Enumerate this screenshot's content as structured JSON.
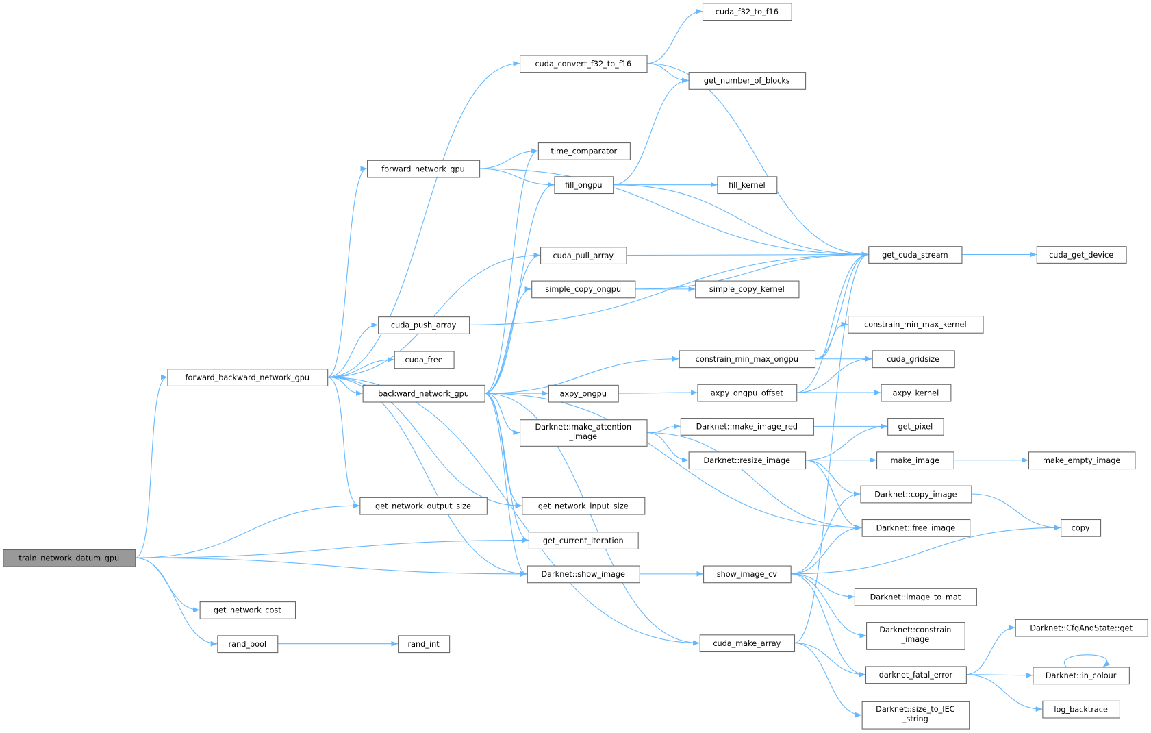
{
  "diagram": {
    "type": "call-graph",
    "root": "train_network_datum_gpu",
    "colors": {
      "edge": "#63b8ff",
      "root_fill": "#999999",
      "node_border": "#666666"
    },
    "nodes": [
      {
        "id": "train",
        "label": [
          "train_network_datum_gpu"
        ]
      },
      {
        "id": "fb",
        "label": [
          "forward_backward_network_gpu"
        ]
      },
      {
        "id": "cost",
        "label": [
          "get_network_cost"
        ]
      },
      {
        "id": "rand_bool",
        "label": [
          "rand_bool"
        ]
      },
      {
        "id": "rand_int",
        "label": [
          "rand_int"
        ]
      },
      {
        "id": "out_size",
        "label": [
          "get_network_output_size"
        ]
      },
      {
        "id": "fwd",
        "label": [
          "forward_network_gpu"
        ]
      },
      {
        "id": "push",
        "label": [
          "cuda_push_array"
        ]
      },
      {
        "id": "free",
        "label": [
          "cuda_free"
        ]
      },
      {
        "id": "bwd",
        "label": [
          "backward_network_gpu"
        ]
      },
      {
        "id": "conv",
        "label": [
          "cuda_convert_f32_to_f16"
        ]
      },
      {
        "id": "timecmp",
        "label": [
          "time_comparator"
        ]
      },
      {
        "id": "fill",
        "label": [
          "fill_ongpu"
        ]
      },
      {
        "id": "pull",
        "label": [
          "cuda_pull_array"
        ]
      },
      {
        "id": "scopy",
        "label": [
          "simple_copy_ongpu"
        ]
      },
      {
        "id": "axpy",
        "label": [
          "axpy_ongpu"
        ]
      },
      {
        "id": "attn",
        "label": [
          "Darknet::make_attention",
          "_image"
        ]
      },
      {
        "id": "in_size",
        "label": [
          "get_network_input_size"
        ]
      },
      {
        "id": "iter",
        "label": [
          "get_current_iteration"
        ]
      },
      {
        "id": "show",
        "label": [
          "Darknet::show_image"
        ]
      },
      {
        "id": "f32f16",
        "label": [
          "cuda_f32_to_f16"
        ]
      },
      {
        "id": "nblocks",
        "label": [
          "get_number_of_blocks"
        ]
      },
      {
        "id": "fillk",
        "label": [
          "fill_kernel"
        ]
      },
      {
        "id": "scopyk",
        "label": [
          "simple_copy_kernel"
        ]
      },
      {
        "id": "cmm",
        "label": [
          "constrain_min_max_ongpu"
        ]
      },
      {
        "id": "axpyoff",
        "label": [
          "axpy_ongpu_offset"
        ]
      },
      {
        "id": "red",
        "label": [
          "Darknet::make_image_red"
        ]
      },
      {
        "id": "resize",
        "label": [
          "Darknet::resize_image"
        ]
      },
      {
        "id": "showcv",
        "label": [
          "show_image_cv"
        ]
      },
      {
        "id": "mkarr",
        "label": [
          "cuda_make_array"
        ]
      },
      {
        "id": "stream",
        "label": [
          "get_cuda_stream"
        ]
      },
      {
        "id": "cmmk",
        "label": [
          "constrain_min_max_kernel"
        ]
      },
      {
        "id": "grid",
        "label": [
          "cuda_gridsize"
        ]
      },
      {
        "id": "axpyk",
        "label": [
          "axpy_kernel"
        ]
      },
      {
        "id": "pixel",
        "label": [
          "get_pixel"
        ]
      },
      {
        "id": "mkimg",
        "label": [
          "make_image"
        ]
      },
      {
        "id": "cpimg",
        "label": [
          "Darknet::copy_image"
        ]
      },
      {
        "id": "frimg",
        "label": [
          "Darknet::free_image"
        ]
      },
      {
        "id": "tomat",
        "label": [
          "Darknet::image_to_mat"
        ]
      },
      {
        "id": "cimg",
        "label": [
          "Darknet::constrain",
          "_image"
        ]
      },
      {
        "id": "fatal",
        "label": [
          "darknet_fatal_error"
        ]
      },
      {
        "id": "iec",
        "label": [
          "Darknet::size_to_IEC",
          "_string"
        ]
      },
      {
        "id": "dev",
        "label": [
          "cuda_get_device"
        ]
      },
      {
        "id": "empty",
        "label": [
          "make_empty_image"
        ]
      },
      {
        "id": "copy",
        "label": [
          "copy"
        ]
      },
      {
        "id": "cfg",
        "label": [
          "Darknet::CfgAndState::get"
        ]
      },
      {
        "id": "colour",
        "label": [
          "Darknet::in_colour"
        ]
      },
      {
        "id": "bt",
        "label": [
          "log_backtrace"
        ]
      }
    ],
    "edges": [
      [
        "train",
        "fb"
      ],
      [
        "train",
        "out_size"
      ],
      [
        "train",
        "iter"
      ],
      [
        "train",
        "show"
      ],
      [
        "train",
        "cost"
      ],
      [
        "train",
        "rand_bool"
      ],
      [
        "rand_bool",
        "rand_int"
      ],
      [
        "fb",
        "conv"
      ],
      [
        "fb",
        "fwd"
      ],
      [
        "fb",
        "pull"
      ],
      [
        "fb",
        "push"
      ],
      [
        "fb",
        "free"
      ],
      [
        "fb",
        "bwd"
      ],
      [
        "fb",
        "out_size"
      ],
      [
        "fb",
        "in_size"
      ],
      [
        "fb",
        "show"
      ],
      [
        "fb",
        "mkarr"
      ],
      [
        "fwd",
        "timecmp"
      ],
      [
        "fwd",
        "fill"
      ],
      [
        "fwd",
        "stream"
      ],
      [
        "conv",
        "f32f16"
      ],
      [
        "conv",
        "nblocks"
      ],
      [
        "conv",
        "stream"
      ],
      [
        "fill",
        "nblocks"
      ],
      [
        "fill",
        "fillk"
      ],
      [
        "fill",
        "stream"
      ],
      [
        "pull",
        "stream"
      ],
      [
        "scopy",
        "stream"
      ],
      [
        "scopy",
        "scopyk"
      ],
      [
        "push",
        "stream"
      ],
      [
        "bwd",
        "timecmp"
      ],
      [
        "bwd",
        "fill"
      ],
      [
        "bwd",
        "pull"
      ],
      [
        "bwd",
        "scopy"
      ],
      [
        "bwd",
        "cmm"
      ],
      [
        "bwd",
        "axpy"
      ],
      [
        "bwd",
        "attn"
      ],
      [
        "bwd",
        "in_size"
      ],
      [
        "bwd",
        "iter"
      ],
      [
        "bwd",
        "show"
      ],
      [
        "bwd",
        "frimg"
      ],
      [
        "bwd",
        "mkarr"
      ],
      [
        "axpy",
        "axpyoff"
      ],
      [
        "axpyoff",
        "stream"
      ],
      [
        "axpyoff",
        "grid"
      ],
      [
        "axpyoff",
        "axpyk"
      ],
      [
        "cmm",
        "stream"
      ],
      [
        "cmm",
        "cmmk"
      ],
      [
        "cmm",
        "grid"
      ],
      [
        "attn",
        "red"
      ],
      [
        "attn",
        "resize"
      ],
      [
        "attn",
        "frimg"
      ],
      [
        "red",
        "pixel"
      ],
      [
        "resize",
        "pixel"
      ],
      [
        "resize",
        "mkimg"
      ],
      [
        "resize",
        "cpimg"
      ],
      [
        "resize",
        "frimg"
      ],
      [
        "mkimg",
        "empty"
      ],
      [
        "cpimg",
        "copy"
      ],
      [
        "show",
        "showcv"
      ],
      [
        "showcv",
        "cpimg"
      ],
      [
        "showcv",
        "frimg"
      ],
      [
        "showcv",
        "copy"
      ],
      [
        "showcv",
        "tomat"
      ],
      [
        "showcv",
        "cimg"
      ],
      [
        "showcv",
        "fatal"
      ],
      [
        "mkarr",
        "stream"
      ],
      [
        "mkarr",
        "fatal"
      ],
      [
        "mkarr",
        "iec"
      ],
      [
        "fatal",
        "cfg"
      ],
      [
        "fatal",
        "colour"
      ],
      [
        "fatal",
        "bt"
      ],
      [
        "colour",
        "colour"
      ],
      [
        "stream",
        "dev"
      ]
    ]
  }
}
